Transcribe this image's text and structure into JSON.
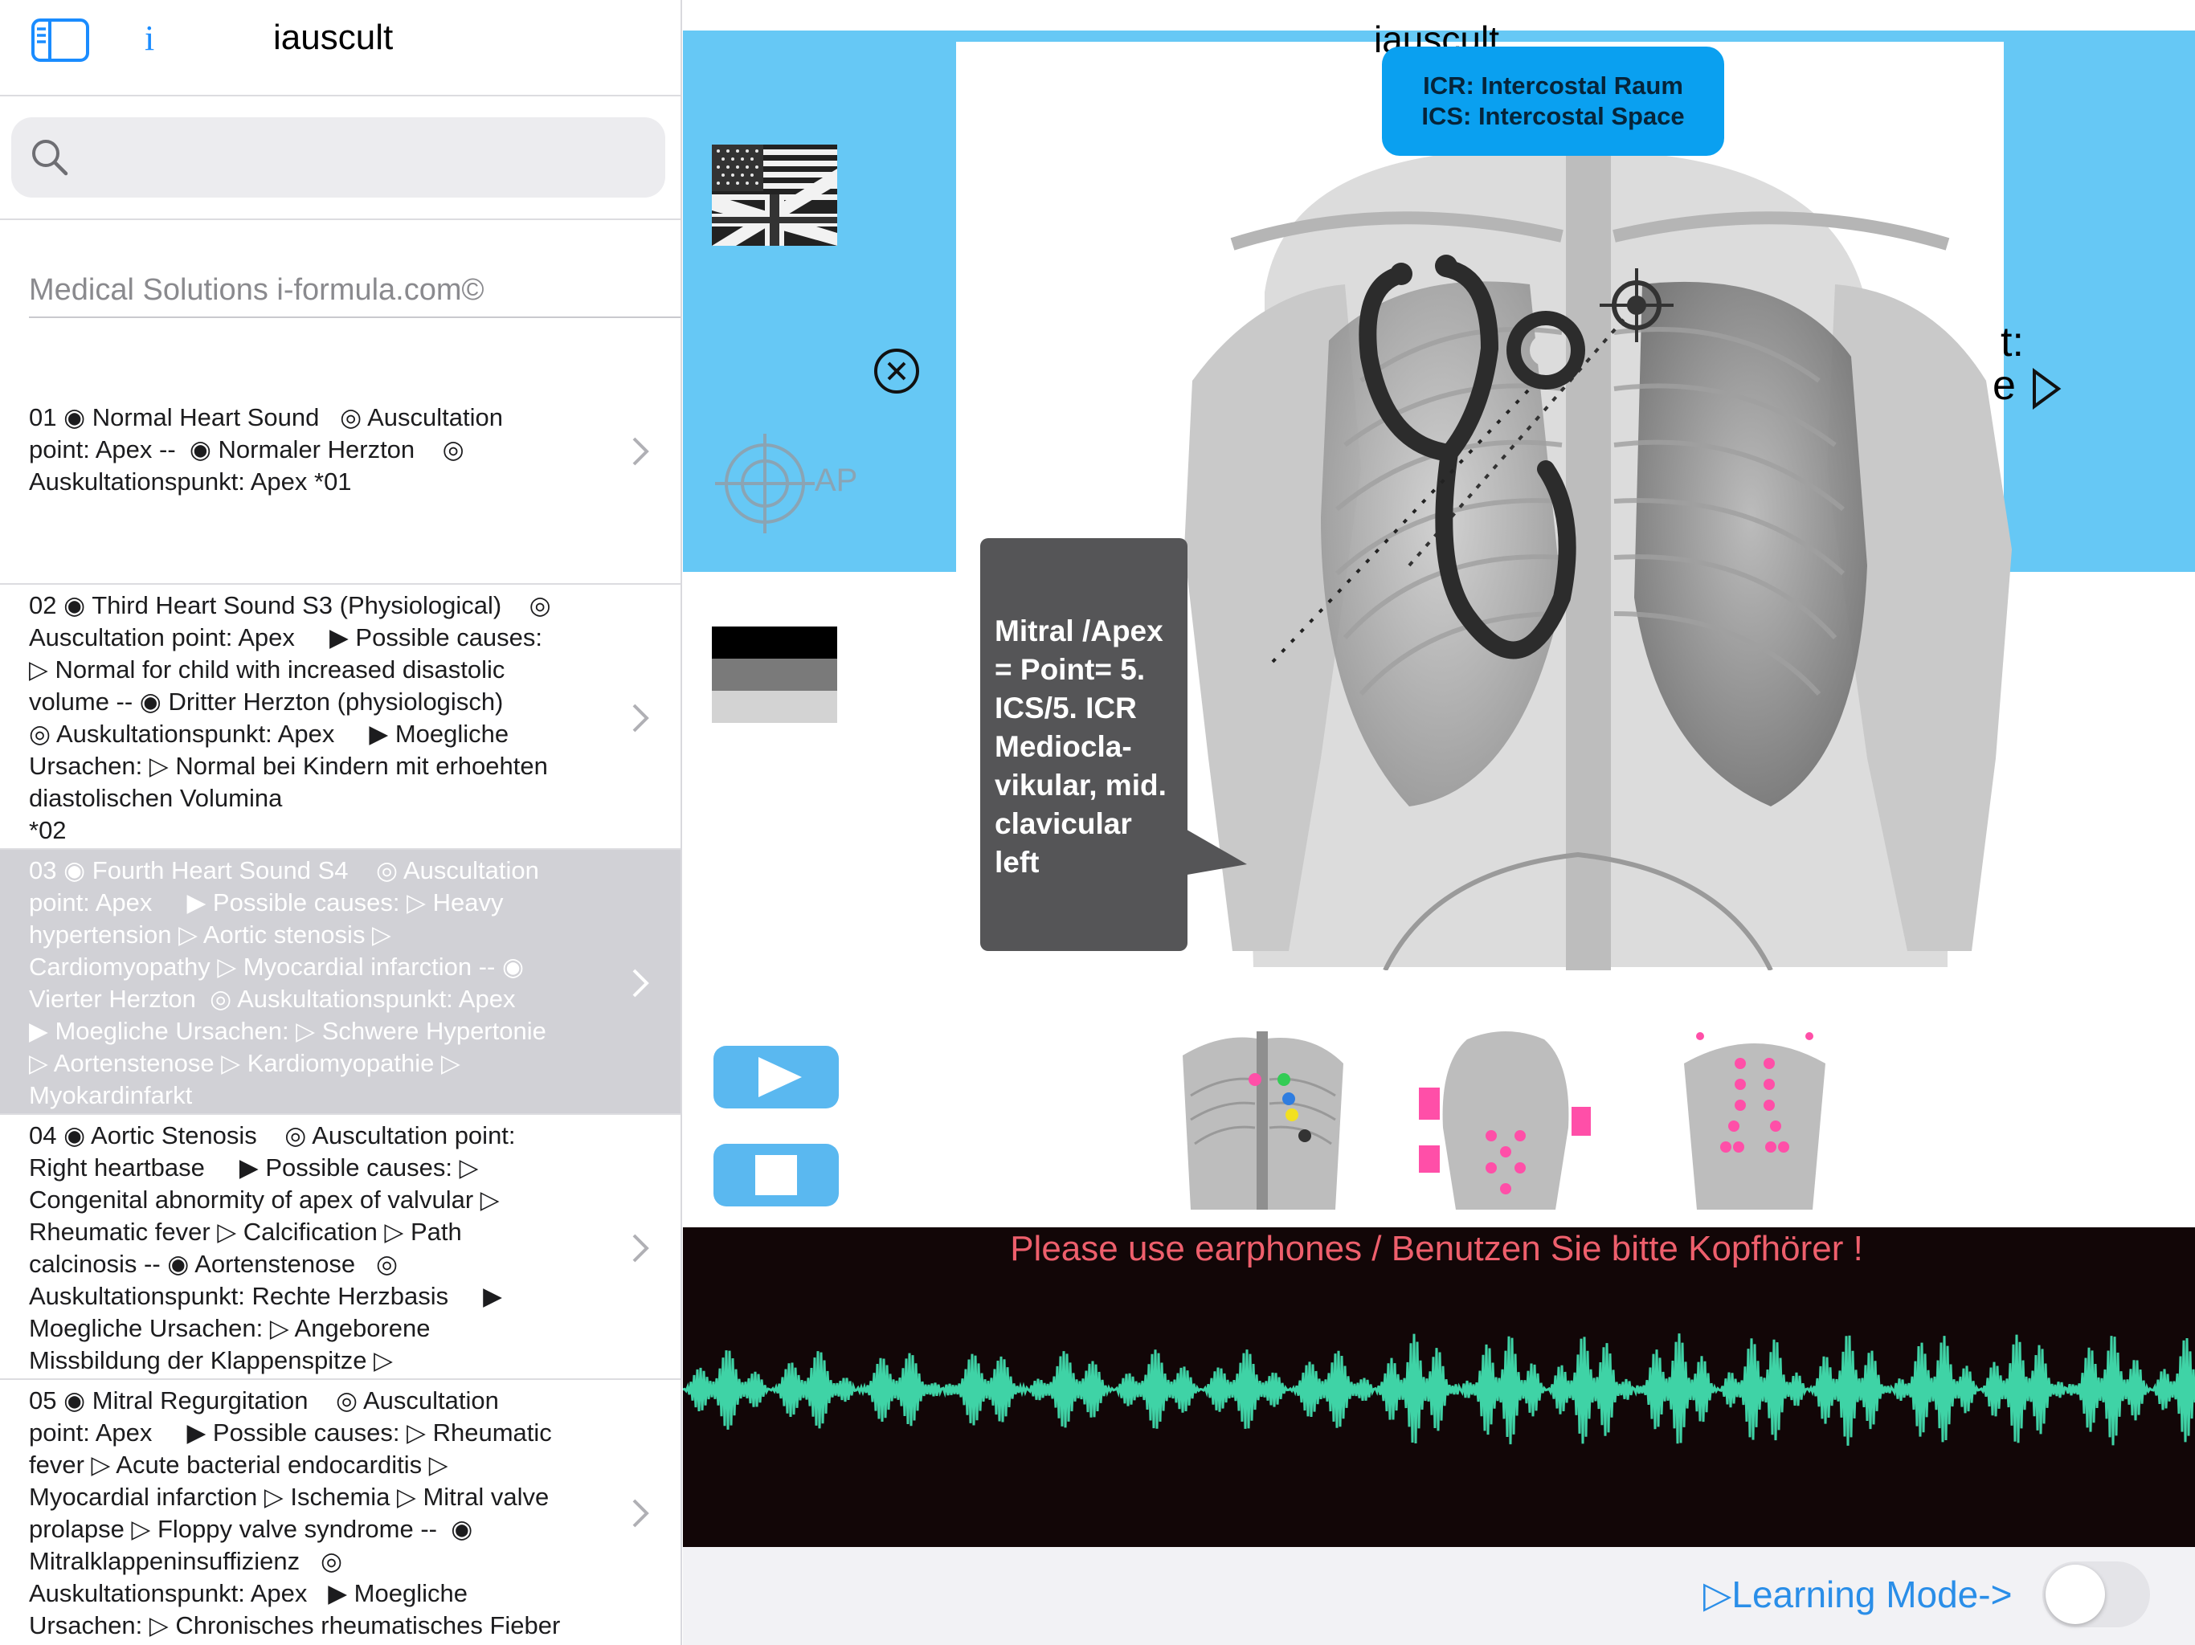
{
  "sidebar": {
    "title": "iauscult",
    "info_label": "i",
    "search": {
      "placeholder": "",
      "value": ""
    },
    "section_header": "Medical Solutions i-formula.com©",
    "items": [
      {
        "text": "01 ◉ Normal Heart Sound   ◎ Auscultation\npoint: Apex --  ◉ Normaler Herzton    ◎\nAuskultationspunkt: Apex *01",
        "selected": false
      },
      {
        "text": "02 ◉ Third Heart Sound S3 (Physiological)    ◎\nAuscultation point: Apex     ▶ Possible causes:\n▷ Normal for child with increased disastolic\nvolume -- ◉ Dritter Herzton (physiologisch)\n◎ Auskultationspunkt: Apex     ▶ Moegliche\nUrsachen: ▷ Normal bei Kindern mit erhoehten\ndiastolischen Volumina\n*02",
        "selected": false
      },
      {
        "text": "03 ◉ Fourth Heart Sound S4    ◎ Auscultation\npoint: Apex     ▶ Possible causes: ▷ Heavy\nhypertension ▷ Aortic stenosis ▷\nCardiomyopathy ▷ Myocardial infarction -- ◉\nVierter Herzton  ◎ Auskultationspunkt: Apex\n▶ Moegliche Ursachen: ▷ Schwere Hypertonie\n▷ Aortenstenose ▷ Kardiomyopathie ▷\nMyokardinfarkt",
        "selected": true
      },
      {
        "text": "04 ◉ Aortic Stenosis    ◎ Auscultation point:\nRight heartbase     ▶ Possible causes: ▷\nCongenital abnormity of apex of valvular ▷\nRheumatic fever ▷ Calcification ▷ Path\ncalcinosis -- ◉ Aortenstenose   ◎\nAuskultationspunkt: Rechte Herzbasis     ▶\nMoegliche Ursachen: ▷ Angeborene\nMissbildung der Klappenspitze ▷",
        "selected": false
      },
      {
        "text": "05 ◉ Mitral Regurgitation    ◎ Auscultation\npoint: Apex     ▶ Possible causes: ▷ Rheumatic\nfever ▷ Acute bacterial endocarditis ▷\nMyocardial infarction ▷ Ischemia ▷ Mitral valve\nprolapse ▷ Floppy valve syndrome --  ◉\nMitralklappeninsuffizienz   ◎\nAuskultationspunkt: Apex   ▶ Moegliche\nUrsachen: ▷ Chronisches rheumatisches Fieber",
        "selected": false
      }
    ]
  },
  "main": {
    "title": "iauscult",
    "tooltip_lines": [
      "ICR: Intercostal Raum",
      "ICS: Intercostal Space"
    ],
    "target_label": "AP",
    "partial_right_1": "t:",
    "partial_right_2": "e",
    "callout_text": "Mitral /Apex\n= Point= 5.\nICS/5. ICR\nMediocla-\nvikular, mid.\nclavicular\nleft",
    "warning": "Please use earphones / Benutzen Sie bitte Kopfhörer !",
    "learning_mode_label": "▷Learning Mode->",
    "learning_mode_on": false
  },
  "colors": {
    "accent_blue": "#66c8f5",
    "tooltip_blue": "#0aa0f0",
    "button_blue": "#5ab8f0",
    "wave_green": "#3fd3a6",
    "warning_red": "#ee5f6c",
    "link_blue": "#2a8ee8"
  },
  "icons": [
    "sidebar-toggle-icon",
    "info-icon",
    "search-icon",
    "chevron-right-icon",
    "flag-us-uk-icon",
    "close-circle-icon",
    "target-icon",
    "play-icon",
    "stop-icon"
  ]
}
